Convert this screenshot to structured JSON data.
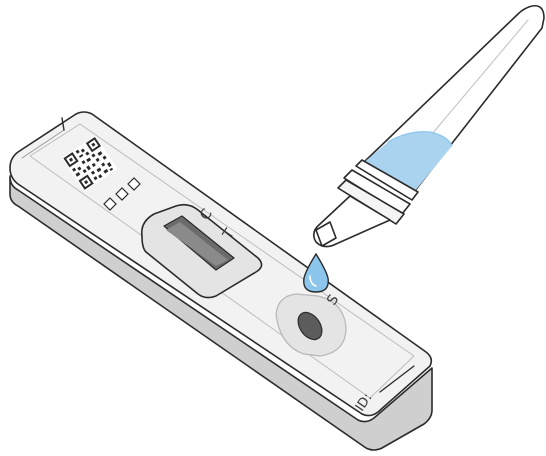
{
  "cassette": {
    "control_label": "C",
    "test_label": "T",
    "sample_label": "S",
    "id_label": "ID:"
  },
  "colors": {
    "outline": "#2b2b2b",
    "cassette_top": "#f2f2f2",
    "cassette_side": "#cfcfcf",
    "recess": "#e2e2e2",
    "liquid": "#a9d3ef",
    "drop": "#8cc6ec"
  }
}
